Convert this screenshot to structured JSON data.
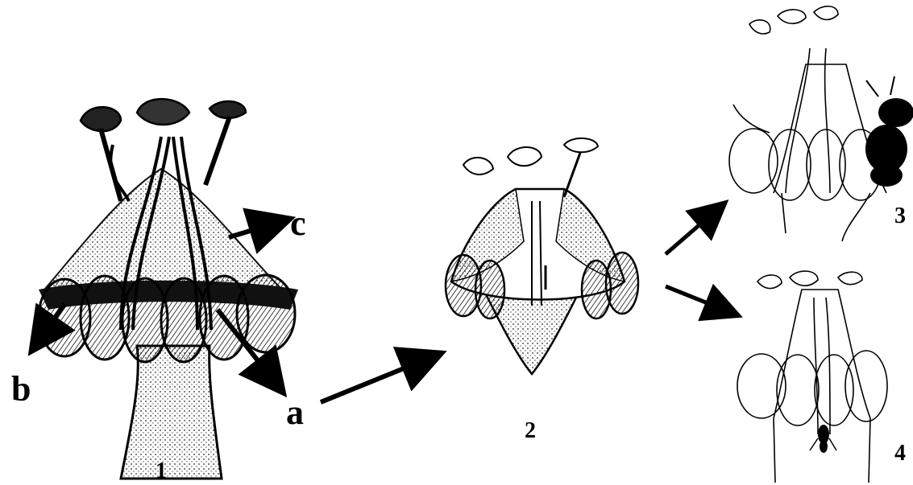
{
  "labels": {
    "a": "a",
    "b": "b",
    "c": "c",
    "fig1": "1",
    "fig2": "2",
    "fig3": "3",
    "fig4": "4"
  },
  "colors": {
    "ink": "#000000",
    "paper": "#ffffff",
    "hatch": "#222222"
  },
  "icons": {
    "insect_fig3": "bee-icon",
    "insect_fig4": "small-insect-icon"
  }
}
